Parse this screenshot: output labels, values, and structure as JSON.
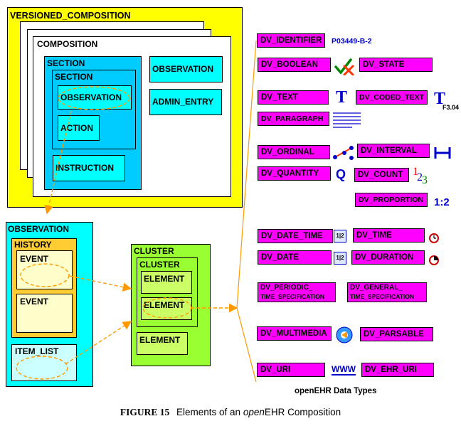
{
  "composition_tree": {
    "versioned_composition": "VERSIONED_COMPOSITION",
    "composition": "COMPOSITION",
    "section_outer": "SECTION",
    "section_inner": "SECTION",
    "observation_in_section": "OBSERVATION",
    "action": "ACTION",
    "instruction": "INSTRUCTION",
    "observation_right": "OBSERVATION",
    "admin_entry": "ADMIN_ENTRY"
  },
  "observation_detail": {
    "title": "OBSERVATION",
    "history": "HISTORY",
    "event_1": "EVENT",
    "event_2": "EVENT",
    "item_list": "ITEM_LIST"
  },
  "cluster_detail": {
    "title": "CLUSTER",
    "inner_cluster": "CLUSTER",
    "element_1": "ELEMENT",
    "element_2": "ELEMENT",
    "element_3": "ELEMENT"
  },
  "data_types": {
    "dv_identifier": "DV_IDENTIFIER",
    "identifier_example": "P03449-B-2",
    "dv_boolean": "DV_BOOLEAN",
    "dv_state": "DV_STATE",
    "dv_text": "DV_TEXT",
    "dv_coded_text": "DV_CODED_TEXT",
    "text_glyph": "T",
    "coded_glyph": "T",
    "coded_suffix": "F3.04",
    "dv_paragraph": "DV_PARAGRAPH",
    "dv_ordinal": "DV_ORDINAL",
    "dv_interval": "DV_INTERVAL",
    "dv_quantity": "DV_QUANTITY",
    "quantity_glyph": "Q",
    "dv_count": "DV_COUNT",
    "count_digit_1": "1",
    "count_digit_2": "2",
    "count_digit_3": "3",
    "dv_proportion": "DV_PROPORTION",
    "proportion_glyph": "1:2",
    "dv_date_time": "DV_DATE_TIME",
    "dv_time": "DV_TIME",
    "dv_date": "DV_DATE",
    "dv_duration": "DV_DURATION",
    "calendar_glyph": "1|2",
    "dv_periodic_line1": "DV_PERIODIC_",
    "dv_periodic_line2": "TIME_SPECIFICATION",
    "dv_general_line1": "DV_GENERAL_",
    "dv_general_line2": "TIME_SPECIFICATION",
    "dv_multimedia": "DV_MULTIMEDIA",
    "dv_parsable": "DV_PARSABLE",
    "dv_uri": "DV_URI",
    "uri_glyph": "WWW",
    "dv_ehr_uri": "DV_EHR_URI",
    "section_title": "openEHR Data Types"
  },
  "caption": {
    "figure": "FIGURE 15",
    "text_before": "Elements of an ",
    "text_italic": "open",
    "text_after": "EHR Composition"
  },
  "colors": {
    "versioned_composition": "#ffff00",
    "section": "#00ccff",
    "entry": "#00ffff",
    "observation_detail": "#00ffff",
    "history": "#ffcc33",
    "event": "#ffffcc",
    "item_list": "#ccffff",
    "cluster": "#99ff33",
    "element": "#ccff66",
    "data_type": "#ff00ff",
    "connector": "#ff9900",
    "blue": "#0000cc"
  }
}
